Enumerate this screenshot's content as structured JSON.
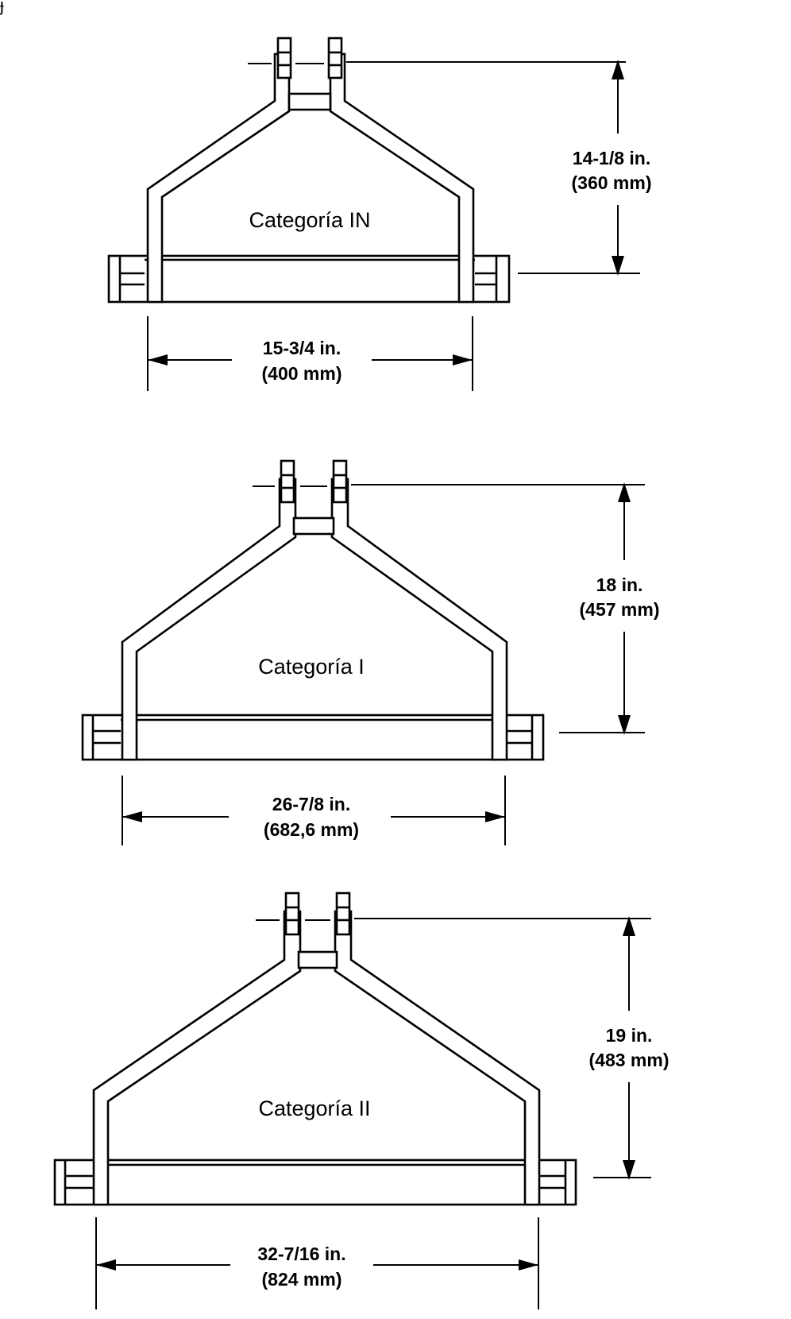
{
  "diagrams": [
    {
      "category": "Categoría IN",
      "height_in": "14-1/8 in.",
      "height_mm": "(360 mm)",
      "width_in": "15-3/4 in.",
      "width_mm": "(400 mm)"
    },
    {
      "category": "Categoría I",
      "height_in": "18 in.",
      "height_mm": "(457 mm)",
      "width_in": "26-7/8 in.",
      "width_mm": "(682,6 mm)"
    },
    {
      "category": "Categoría II",
      "height_in": "19 in.",
      "height_mm": "(483 mm)",
      "width_in": "32-7/16 in.",
      "width_mm": "(824 mm)"
    }
  ]
}
